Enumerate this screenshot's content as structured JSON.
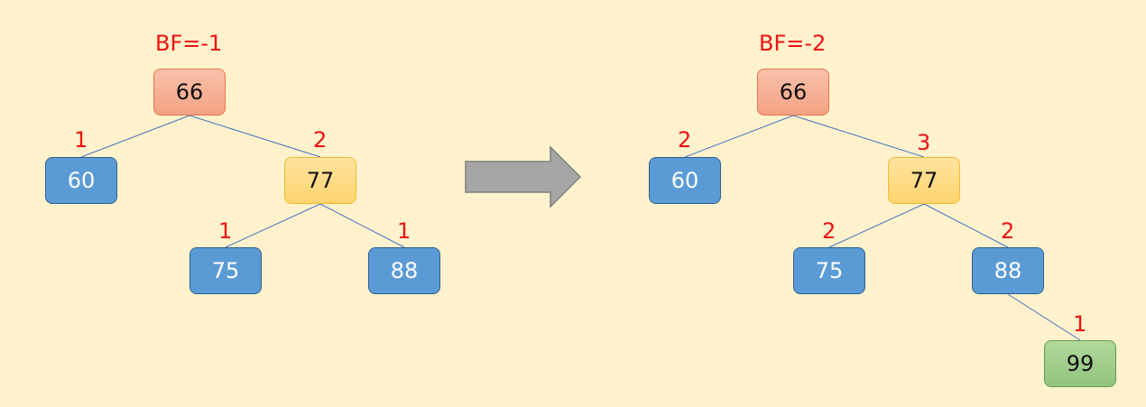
{
  "colors": {
    "background": "#fff2cc",
    "root_fill": "#f4a284",
    "child_fill": "#ffd46e",
    "leaf_fill": "#5b9bd5",
    "new_fill": "#93c47d",
    "label_color": "#ee1111",
    "edge_color": "#4472c4",
    "arrow_fill": "#a6a6a6"
  },
  "arrow_icon": "right-arrow-icon",
  "before": {
    "bf_label": "BF=-1",
    "nodes": {
      "n66": "66",
      "n60": "60",
      "n77": "77",
      "n75": "75",
      "n88": "88"
    },
    "heights": {
      "n60": "1",
      "n77": "2",
      "n75": "1",
      "n88": "1"
    }
  },
  "after": {
    "bf_label": "BF=-2",
    "nodes": {
      "n66": "66",
      "n60": "60",
      "n77": "77",
      "n75": "75",
      "n88": "88",
      "n99": "99"
    },
    "heights": {
      "n60": "2",
      "n77": "3",
      "n75": "2",
      "n88": "2",
      "n99": "1"
    }
  }
}
